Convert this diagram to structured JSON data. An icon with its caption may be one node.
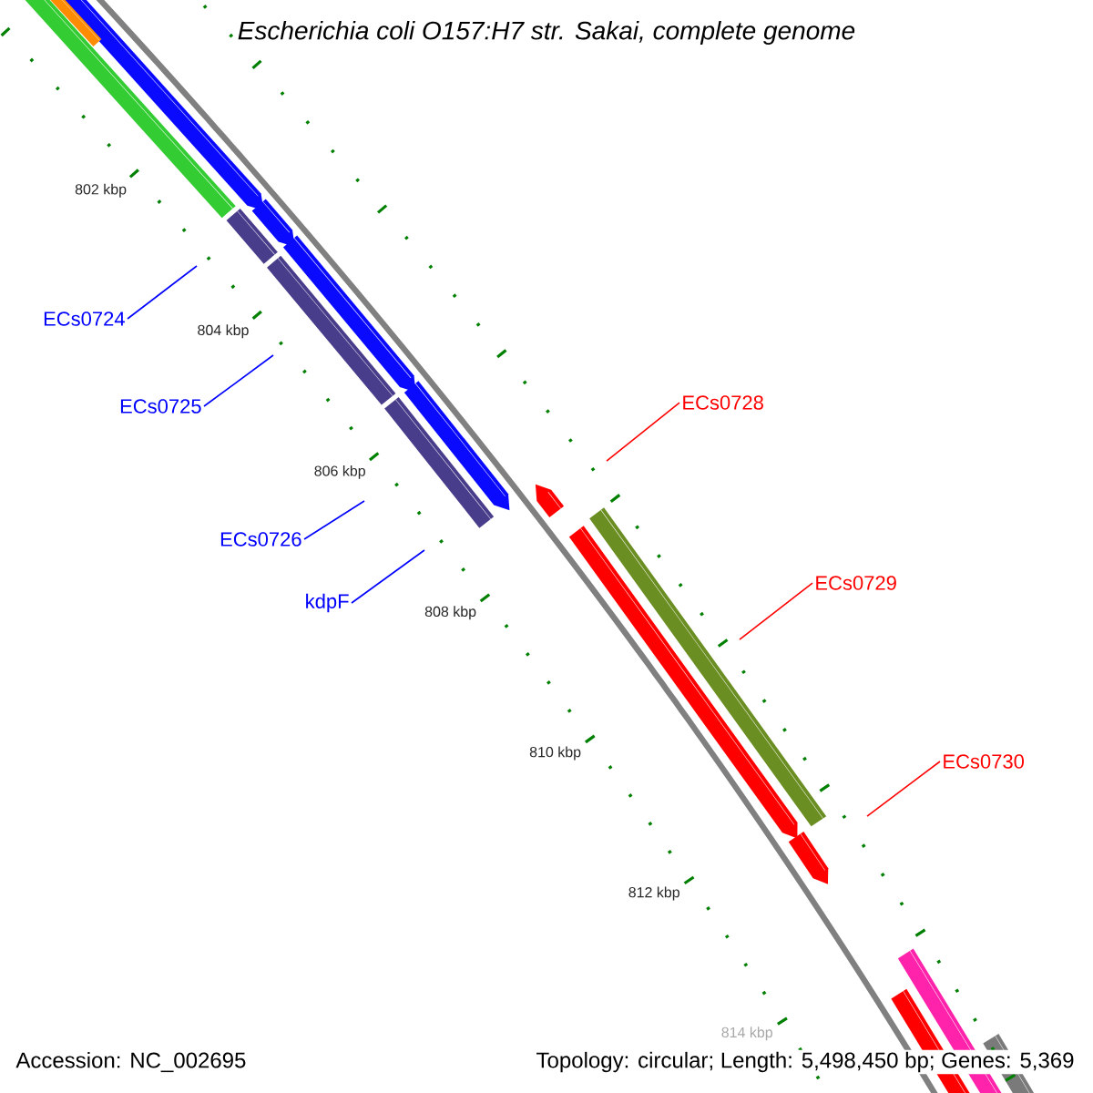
{
  "diagram": {
    "title": "Escherichia coli O157:H7 str. Sakai, complete genome",
    "nodes": [
      {
        "text": [
          "ECs0724"
        ]
      },
      {
        "text": [
          "ECs0725"
        ]
      },
      {
        "text": [
          "ECs0726"
        ]
      },
      {
        "text": [
          "kdpF"
        ]
      },
      {
        "text": [
          "ECs0728"
        ]
      },
      {
        "text": [
          "ECs0729"
        ]
      },
      {
        "text": [
          "ECs0730"
        ]
      }
    ],
    "edges": [
      {
        "from": 0,
        "to": null,
        "arrow": "none",
        "color": "#0000ff"
      },
      {
        "from": 1,
        "to": null,
        "arrow": "none",
        "color": "#0000ff"
      },
      {
        "from": 2,
        "to": null,
        "arrow": "none",
        "color": "#0000ff"
      },
      {
        "from": 3,
        "to": null,
        "arrow": "none",
        "color": "#0000ff"
      },
      {
        "from": 4,
        "to": null,
        "arrow": "none",
        "color": "#ff0000"
      },
      {
        "from": 5,
        "to": null,
        "arrow": "none",
        "color": "#ff0000"
      },
      {
        "from": 6,
        "to": null,
        "arrow": "none",
        "color": "#ff0000"
      }
    ],
    "labels": [
      "802 kbp",
      "804 kbp",
      "806 kbp",
      "808 kbp",
      "810 kbp",
      "812 kbp",
      "814 kbp",
      "Accession: NC_002695",
      "Topology: circular; Length: 5,498,450 bp; Genes: 5,369"
    ]
  }
}
